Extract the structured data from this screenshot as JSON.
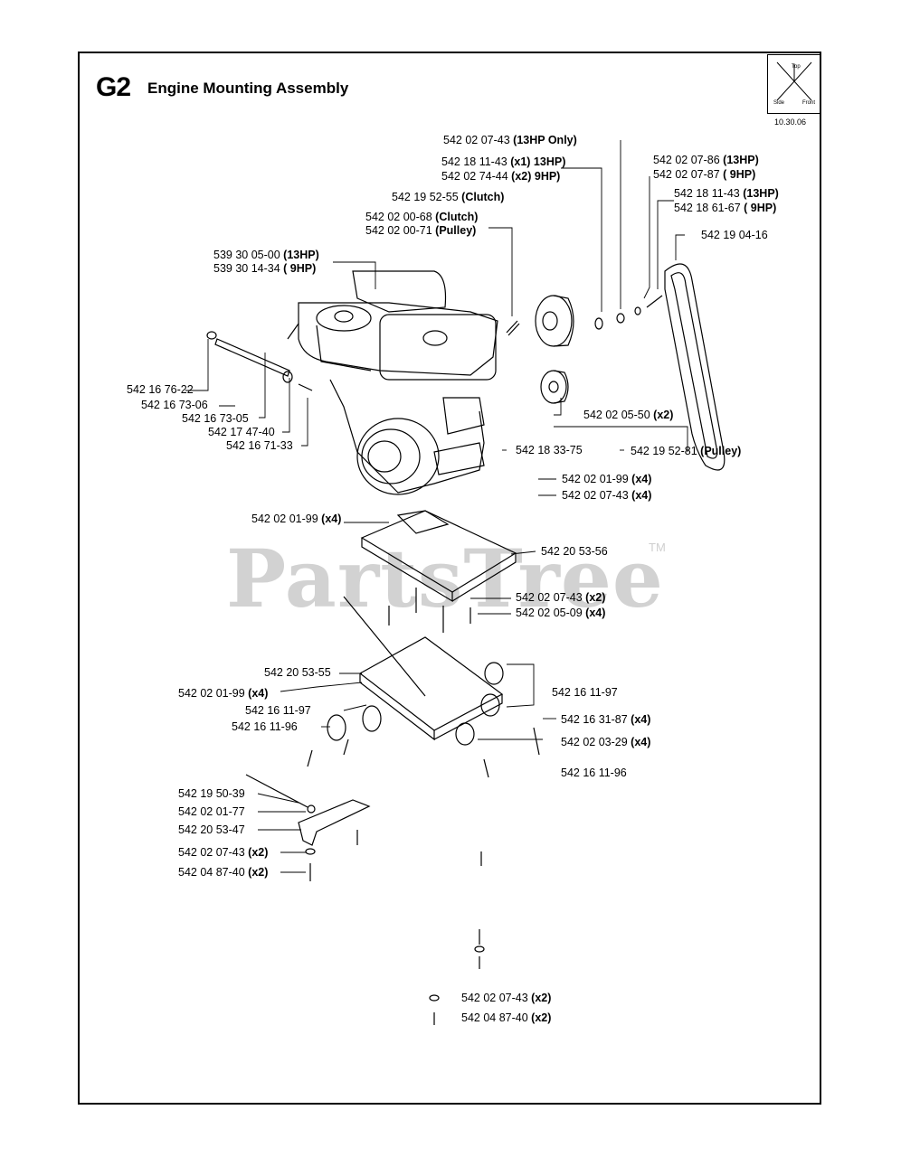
{
  "header": {
    "code": "G2",
    "title": "Engine Mounting Assembly",
    "date": "10.30.06"
  },
  "watermark": {
    "text": "PartsTree",
    "tm": "TM"
  },
  "corner_marker": {
    "icon": "orientation-arrows-icon"
  },
  "callouts": [
    {
      "code": "542 02 07-43",
      "qty": "(13HP Only)"
    },
    {
      "code": "542 18 11-43",
      "qty": "(x1) 13HP)"
    },
    {
      "code": "542 02 74-44",
      "qty": "(x2)   9HP)"
    },
    {
      "code": "542 19 52-55",
      "qty": "(Clutch)"
    },
    {
      "code": "542 02 00-68",
      "qty": "(Clutch)"
    },
    {
      "code": "542 02 00-71",
      "qty": "(Pulley)"
    },
    {
      "code": "539 30 05-00",
      "qty": "(13HP)"
    },
    {
      "code": "539 30 14-34",
      "qty": "(  9HP)"
    },
    {
      "code": "542 02 07-86",
      "qty": "(13HP)"
    },
    {
      "code": "542 02 07-87",
      "qty": "( 9HP)"
    },
    {
      "code": "542 18 11-43",
      "qty": "(13HP)"
    },
    {
      "code": "542 18 61-67",
      "qty": "( 9HP)"
    },
    {
      "code": "542 19 04-16",
      "qty": ""
    },
    {
      "code": "542 16 76-22",
      "qty": ""
    },
    {
      "code": "542 16 73-06",
      "qty": ""
    },
    {
      "code": "542 16 73-05",
      "qty": ""
    },
    {
      "code": "542 17 47-40",
      "qty": ""
    },
    {
      "code": "542 16 71-33",
      "qty": ""
    },
    {
      "code": "542 02 05-50",
      "qty": "(x2)"
    },
    {
      "code": "542 18 33-75",
      "qty": ""
    },
    {
      "code": "542 19 52-81",
      "qty": "(Pulley)"
    },
    {
      "code": "542 02 01-99",
      "qty": "(x4)"
    },
    {
      "code": "542 02 07-43",
      "qty": "(x4)"
    },
    {
      "code": "542 02 01-99",
      "qty": "(x4)"
    },
    {
      "code": "542 20 53-56",
      "qty": ""
    },
    {
      "code": "542 02 07-43",
      "qty": "(x2)"
    },
    {
      "code": "542 02 05-09",
      "qty": "(x4)"
    },
    {
      "code": "542 20 53-55",
      "qty": ""
    },
    {
      "code": "542 02 01-99",
      "qty": "(x4)"
    },
    {
      "code": "542 16 11-97",
      "qty": ""
    },
    {
      "code": "542 16 11-96",
      "qty": ""
    },
    {
      "code": "542 16 11-97",
      "qty": ""
    },
    {
      "code": "542 16 31-87",
      "qty": "(x4)"
    },
    {
      "code": "542 02 03-29",
      "qty": "(x4)"
    },
    {
      "code": "542 16 11-96",
      "qty": ""
    },
    {
      "code": "542 19 50-39",
      "qty": ""
    },
    {
      "code": "542 02 01-77",
      "qty": ""
    },
    {
      "code": "542 20 53-47",
      "qty": ""
    },
    {
      "code": "542 02 07-43",
      "qty": "(x2)"
    },
    {
      "code": "542 04 87-40",
      "qty": "(x2)"
    },
    {
      "code": "542 02 07-43",
      "qty": "(x2)"
    },
    {
      "code": "542 04 87-40",
      "qty": "(x2)"
    }
  ]
}
